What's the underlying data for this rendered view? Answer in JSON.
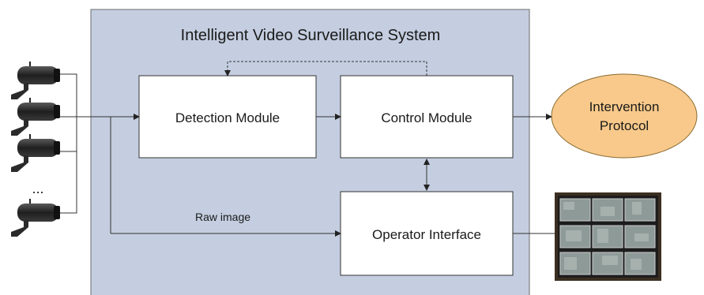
{
  "system": {
    "title": "Intelligent Video Surveillance System"
  },
  "modules": {
    "detection": "Detection Module",
    "control": "Control Module",
    "operator": "Operator Interface"
  },
  "intervention": {
    "line1": "Intervention",
    "line2": "Protocol"
  },
  "edges": {
    "raw_image": "Raw image"
  },
  "cameras": {
    "ellipsis": "..."
  },
  "colors": {
    "system_bg": "#c4cee0",
    "system_border": "#6b6b6b",
    "intervention_fill": "#f8c98a",
    "intervention_border": "#8a6a30"
  }
}
